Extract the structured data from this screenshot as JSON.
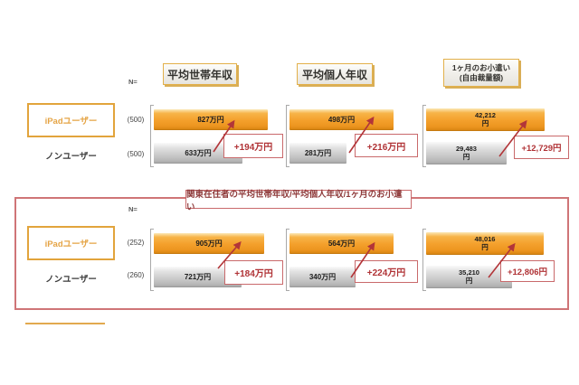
{
  "meta": {
    "n_label": "N="
  },
  "columns": [
    "平均世帯年収",
    "平均個人年収",
    "1ヶ月のお小遣い\n(自由裁量額)"
  ],
  "sections": [
    {
      "rows": {
        "user": "iPadユーザー",
        "nonuser": "ノンユーザー",
        "user_n": "(500)",
        "nonuser_n": "(500)"
      },
      "charts": [
        {
          "user": "827万円",
          "nonuser": "633万円",
          "diff": "+194万円"
        },
        {
          "user": "498万円",
          "nonuser": "281万円",
          "diff": "+216万円"
        },
        {
          "user": "42,212\n円",
          "nonuser": "29,483\n円",
          "diff": "+12,729円"
        }
      ]
    },
    {
      "title": "関東在住者の平均世帯年収/平均個人年収/1ヶ月のお小遣い",
      "rows": {
        "user": "iPadユーザー",
        "nonuser": "ノンユーザー",
        "user_n": "(252)",
        "nonuser_n": "(260)"
      },
      "charts": [
        {
          "user": "905万円",
          "nonuser": "721万円",
          "diff": "+184万円"
        },
        {
          "user": "564万円",
          "nonuser": "340万円",
          "diff": "+224万円"
        },
        {
          "user": "48,016\n円",
          "nonuser": "35,210\n円",
          "diff": "+12,806円"
        }
      ]
    }
  ],
  "colors": {
    "bar_user_orange": "#F4A02C",
    "bar_nonuser_gray": "#C9C9C9",
    "accent_orange_border": "#E2A43C",
    "diff_red": "#B03235",
    "section_border_red": "#CF7577"
  },
  "chart_data": [
    {
      "type": "bar",
      "title": "",
      "categories": [
        "平均世帯年収",
        "平均個人年収",
        "1ヶ月のお小遣い(自由裁量額)"
      ],
      "units": [
        "万円",
        "万円",
        "円"
      ],
      "series": [
        {
          "name": "iPadユーザー",
          "n": 500,
          "values": [
            827,
            498,
            42212
          ]
        },
        {
          "name": "ノンユーザー",
          "n": 500,
          "values": [
            633,
            281,
            29483
          ]
        }
      ],
      "differences": [
        "+194万円",
        "+216万円",
        "+12,729円"
      ],
      "layout": "horizontal bars, iPad user orange above non-user gray, red arrow annotations"
    },
    {
      "type": "bar",
      "title": "関東在住者の平均世帯年収/平均個人年収/1ヶ月のお小遣い",
      "categories": [
        "平均世帯年収",
        "平均個人年収",
        "1ヶ月のお小遣い(自由裁量額)"
      ],
      "units": [
        "万円",
        "万円",
        "円"
      ],
      "series": [
        {
          "name": "iPadユーザー",
          "n": 252,
          "values": [
            905,
            564,
            48016
          ]
        },
        {
          "name": "ノンユーザー",
          "n": 260,
          "values": [
            721,
            340,
            35210
          ]
        }
      ],
      "differences": [
        "+184万円",
        "+224万円",
        "+12,806円"
      ],
      "layout": "horizontal bars inside red-bordered panel, iPad user orange above non-user gray, red arrow annotations"
    }
  ]
}
